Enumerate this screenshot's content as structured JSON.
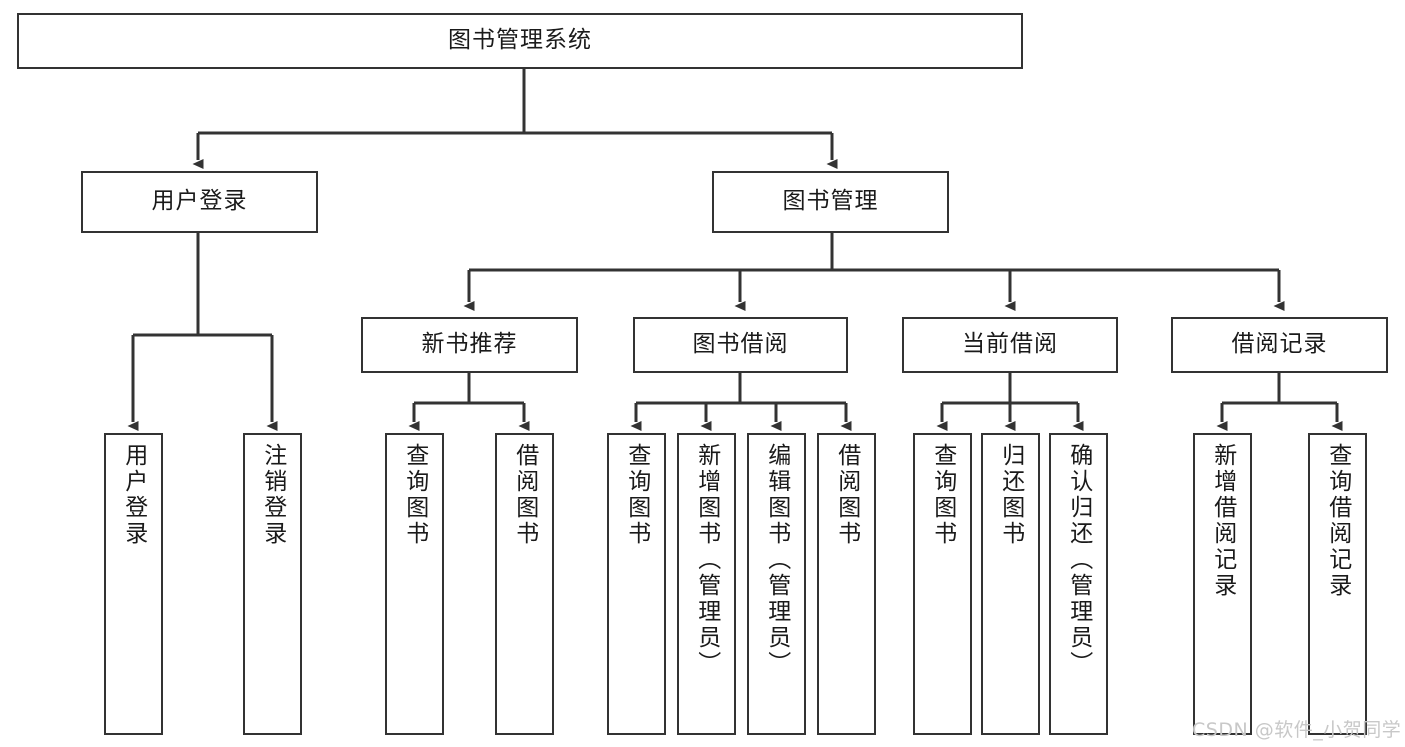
{
  "diagram": {
    "title": "图书管理系统",
    "watermark": "CSDN @软件_小贺同学",
    "line_color": "#333333",
    "box_fill": "#ffffff",
    "text_color": "#1a1a1a",
    "watermark_color": "#c8c8c8"
  },
  "nodes": {
    "root": {
      "label": "图书管理系统"
    },
    "level2": [
      {
        "id": "user-login",
        "label": "用户登录"
      },
      {
        "id": "book-management",
        "label": "图书管理"
      }
    ],
    "level3": [
      {
        "id": "new-book-recommend",
        "label": "新书推荐"
      },
      {
        "id": "book-borrow",
        "label": "图书借阅"
      },
      {
        "id": "current-borrow",
        "label": "当前借阅"
      },
      {
        "id": "borrow-record",
        "label": "借阅记录"
      }
    ],
    "leaves": {
      "user_login": [
        {
          "id": "leaf-user-login",
          "label": "用户登录"
        },
        {
          "id": "leaf-user-logout",
          "label": "注销登录"
        }
      ],
      "new_book_recommend": [
        {
          "id": "leaf-query-book-1",
          "label": "查询图书"
        },
        {
          "id": "leaf-borrow-book-1",
          "label": "借阅图书"
        }
      ],
      "book_borrow": [
        {
          "id": "leaf-query-book-2",
          "label": "查询图书"
        },
        {
          "id": "leaf-add-book",
          "label": "新增图书（管理员）"
        },
        {
          "id": "leaf-edit-book",
          "label": "编辑图书（管理员）"
        },
        {
          "id": "leaf-borrow-book-2",
          "label": "借阅图书"
        }
      ],
      "current_borrow": [
        {
          "id": "leaf-query-book-3",
          "label": "查询图书"
        },
        {
          "id": "leaf-return-book",
          "label": "归还图书"
        },
        {
          "id": "leaf-confirm-return",
          "label": "确认归还（管理员）"
        }
      ],
      "borrow_record": [
        {
          "id": "leaf-add-record",
          "label": "新增借阅记录"
        },
        {
          "id": "leaf-query-record",
          "label": "查询借阅记录"
        }
      ]
    }
  }
}
